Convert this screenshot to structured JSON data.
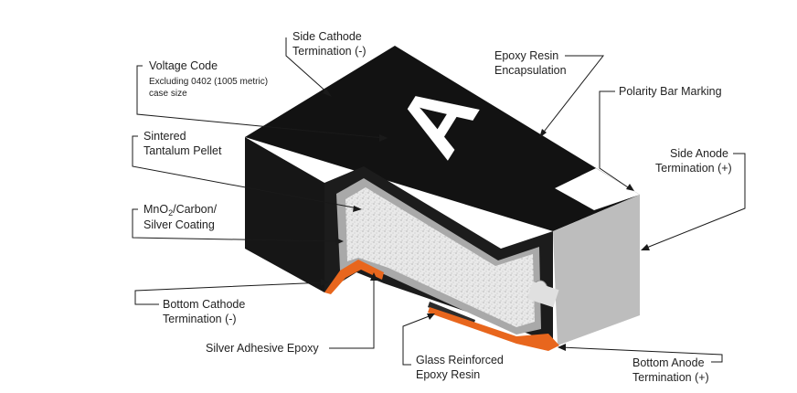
{
  "title": "",
  "part_marking": "A",
  "labels": {
    "side_cathode": [
      "Side Cathode",
      "Termination (-)"
    ],
    "voltage_code": [
      "Voltage Code"
    ],
    "voltage_code_note": [
      "Excluding 0402 (1005 metric)",
      "case size"
    ],
    "epoxy_encapsulation": [
      "Epoxy Resin",
      "Encapsulation"
    ],
    "polarity_bar": [
      "Polarity Bar Marking"
    ],
    "sintered_pellet": [
      "Sintered",
      "Tantalum Pellet"
    ],
    "side_anode": [
      "Side Anode",
      "Termination (+)"
    ],
    "mno2_coating": [
      "MnO",
      "2",
      "/Carbon/",
      "Silver Coating"
    ],
    "bottom_cathode": [
      "Bottom Cathode",
      "Termination (-)"
    ],
    "silver_adhesive": [
      "Silver Adhesive Epoxy"
    ],
    "glass_epoxy": [
      "Glass Reinforced",
      "Epoxy Resin"
    ],
    "bottom_anode": [
      "Bottom Anode",
      "Termination (+)"
    ]
  },
  "colors": {
    "encapsulation": "#121212",
    "pellet": "#e6e6e6",
    "coating": "#a9a9a9",
    "anode_end": "#bdbdbd",
    "termination": "#e8661d",
    "polarity_bar": "#ffffff"
  }
}
